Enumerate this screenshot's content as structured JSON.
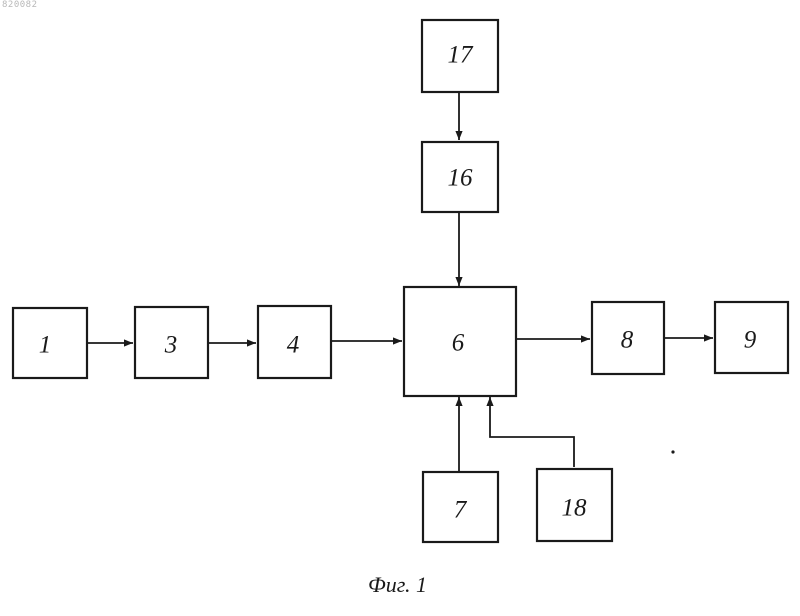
{
  "document_number": "820082",
  "figure_caption": "Фиг. 1",
  "blocks": {
    "b1": "1",
    "b3": "3",
    "b4": "4",
    "b6": "6",
    "b7": "7",
    "b8": "8",
    "b9": "9",
    "b16": "16",
    "b17": "17",
    "b18": "18"
  },
  "colors": {
    "ink": "#1a1a1a",
    "paper": "#ffffff"
  }
}
